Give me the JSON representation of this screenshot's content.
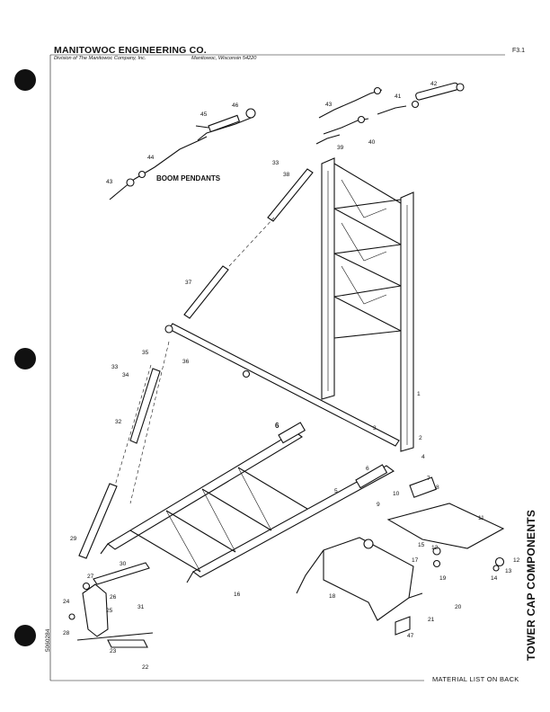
{
  "header": {
    "company": "MANITOWOC ENGINEERING CO.",
    "division": "Division of The Manitowoc Company, Inc.",
    "location": "Manitowoc, Wisconsin 54220",
    "page_id": "F3.1"
  },
  "side_title": "TOWER CAP COMPONENTS",
  "footer": {
    "material_list": "MATERIAL LIST ON BACK",
    "doc_number": "5060284"
  },
  "diagram": {
    "group_label": "BOOM PENDANTS",
    "callouts": [
      "1",
      "2",
      "3",
      "4",
      "5",
      "6",
      "7",
      "8",
      "9",
      "10",
      "11",
      "12",
      "13",
      "14",
      "15",
      "16",
      "17",
      "18",
      "19",
      "20",
      "21",
      "22",
      "23",
      "24",
      "25",
      "26",
      "27",
      "28",
      "29",
      "30",
      "31",
      "32",
      "33",
      "34",
      "35",
      "36",
      "37",
      "38",
      "39",
      "40",
      "41",
      "42",
      "43",
      "44",
      "45",
      "46",
      "47"
    ],
    "callout_bold": "6"
  }
}
